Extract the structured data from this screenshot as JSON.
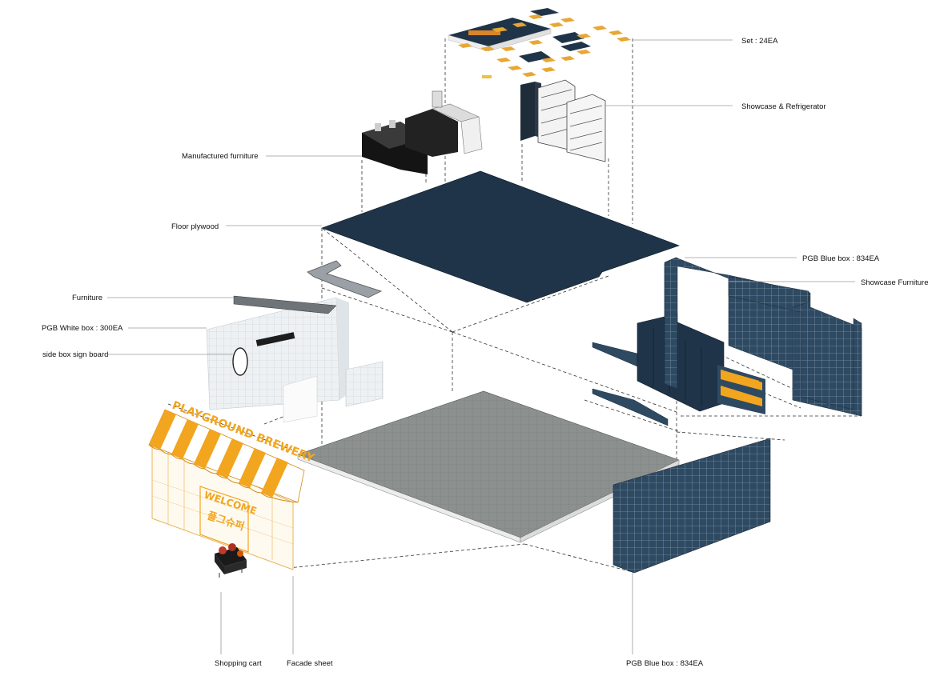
{
  "labels": {
    "set": "Set : 24EA",
    "showcase_refrigerator": "Showcase & Refrigerator",
    "manufactured_furniture": "Manufactured furniture",
    "floor_plywood": "Floor plywood",
    "pgb_blue_box_top": "PGB Blue box : 834EA",
    "showcase_furniture": "Showcase Furniture",
    "furniture": "Furniture",
    "pgb_white_box": "PGB White box : 300EA",
    "side_box_sign_board": "side box sign board",
    "shopping_cart": "Shopping cart",
    "facade_sheet": "Facade sheet",
    "pgb_blue_box_bottom": "PGB Blue box : 834EA"
  },
  "signage": {
    "awning_title": "PLAYGROUND BREWERY",
    "welcome": "WELCOME",
    "korean": "플그슈퍼"
  },
  "colors": {
    "navy": "#1f3448",
    "blue_box": "#2e4a62",
    "awning": "#f2a51e",
    "floor_grey": "#8c918f",
    "white_box": "#e9ecef",
    "leader": "#9a9a9a"
  }
}
